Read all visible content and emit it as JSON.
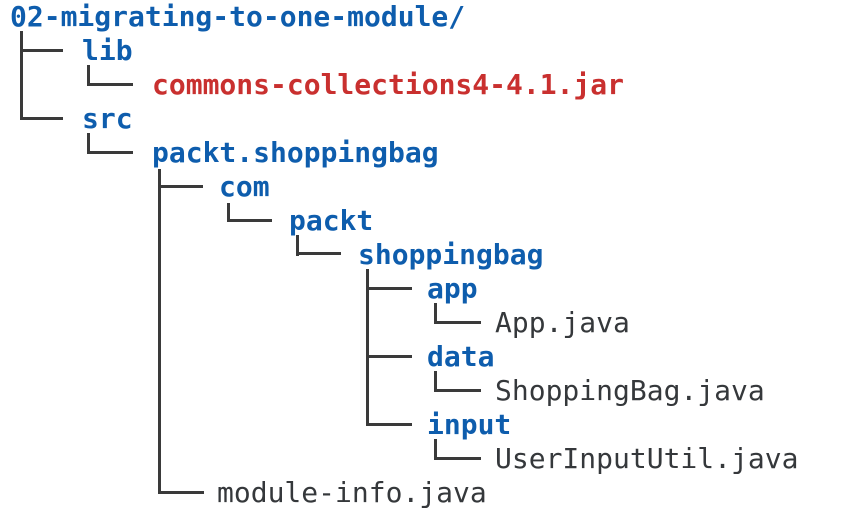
{
  "diagram": {
    "kind": "directory-tree",
    "root_label": "02-migrating-to-one-module/",
    "colors": {
      "directory": "#0e5dad",
      "archive": "#c9302f",
      "file": "#35383b",
      "connector": "#3a3a3a",
      "background": "#ffffff"
    },
    "nodes": [
      {
        "label": "02-migrating-to-one-module/",
        "kind": "directory",
        "depth": 0,
        "parent": null
      },
      {
        "label": "lib",
        "kind": "directory",
        "depth": 1,
        "parent": "02-migrating-to-one-module/"
      },
      {
        "label": "commons-collections4-4.1.jar",
        "kind": "archive",
        "depth": 2,
        "parent": "lib"
      },
      {
        "label": "src",
        "kind": "directory",
        "depth": 1,
        "parent": "02-migrating-to-one-module/"
      },
      {
        "label": "packt.shoppingbag",
        "kind": "directory",
        "depth": 2,
        "parent": "src"
      },
      {
        "label": "com",
        "kind": "directory",
        "depth": 3,
        "parent": "packt.shoppingbag"
      },
      {
        "label": "packt",
        "kind": "directory",
        "depth": 4,
        "parent": "com"
      },
      {
        "label": "shoppingbag",
        "kind": "directory",
        "depth": 5,
        "parent": "packt"
      },
      {
        "label": "app",
        "kind": "directory",
        "depth": 6,
        "parent": "shoppingbag"
      },
      {
        "label": "App.java",
        "kind": "file",
        "depth": 7,
        "parent": "app"
      },
      {
        "label": "data",
        "kind": "directory",
        "depth": 6,
        "parent": "shoppingbag"
      },
      {
        "label": "ShoppingBag.java",
        "kind": "file",
        "depth": 7,
        "parent": "data"
      },
      {
        "label": "input",
        "kind": "directory",
        "depth": 6,
        "parent": "shoppingbag"
      },
      {
        "label": "UserInputUtil.java",
        "kind": "file",
        "depth": 7,
        "parent": "input"
      },
      {
        "label": "module-info.java",
        "kind": "file",
        "depth": 3,
        "parent": "packt.shoppingbag"
      }
    ]
  }
}
